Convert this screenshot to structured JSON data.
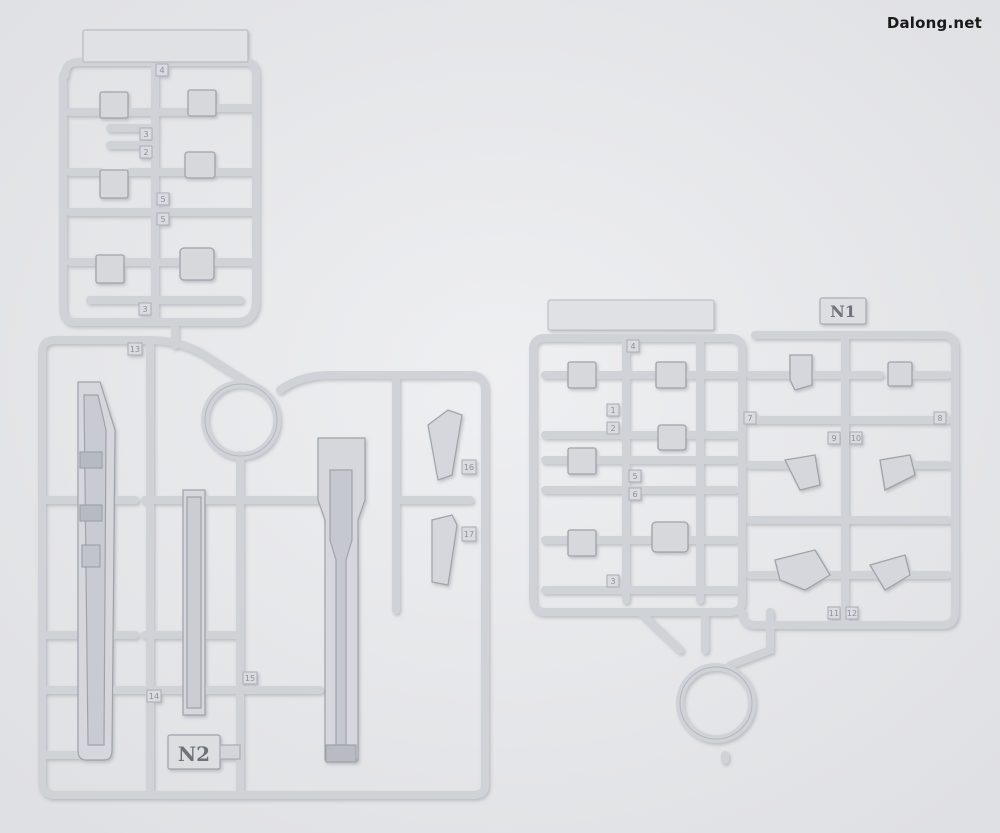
{
  "watermark": "Dalong.net",
  "runners": [
    {
      "code": "N2",
      "part_numbers": [
        "4",
        "3",
        "2",
        "5",
        "5",
        "3",
        "13",
        "14",
        "15",
        "16",
        "17"
      ]
    },
    {
      "code": "N1",
      "part_numbers": [
        "4",
        "1",
        "2",
        "5",
        "6",
        "3",
        "7",
        "8",
        "9",
        "10",
        "11",
        "12"
      ]
    }
  ],
  "colors": {
    "background": "#e7e8ea",
    "plastic": "#d5d7dc",
    "plastic_edge": "#b3b6bd",
    "plastic_shadow": "#9fa3aa"
  }
}
